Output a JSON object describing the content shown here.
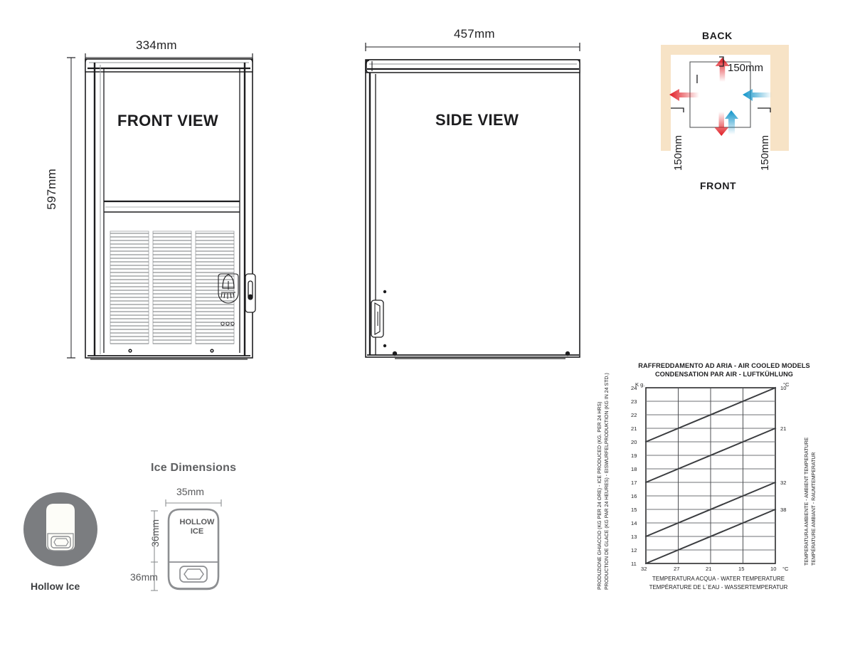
{
  "front_view": {
    "label": "FRONT VIEW",
    "width_dim": "334mm",
    "height_dim": "597mm"
  },
  "side_view": {
    "label": "SIDE VIEW",
    "depth_dim": "457mm"
  },
  "clearance_diagram": {
    "back_label": "BACK",
    "front_label": "FRONT",
    "top_clearance": "150mm",
    "left_clearance": "150mm",
    "right_clearance": "150mm",
    "hot_air_color": "#e01b22",
    "cool_air_color": "#0e93c9",
    "wall_color": "#f7e3c6",
    "arrows": [
      {
        "dir": "up",
        "type": "hot"
      },
      {
        "dir": "left",
        "type": "hot"
      },
      {
        "dir": "down",
        "type": "hot"
      },
      {
        "dir": "right",
        "type": "cool"
      },
      {
        "dir": "up-in",
        "type": "cool"
      }
    ]
  },
  "ice_section": {
    "section_title": "Ice Dimensions",
    "badge_label": "Hollow Ice",
    "cube_label_line1": "HOLLOW",
    "cube_label_line2": "ICE",
    "width_dim": "35mm",
    "height_dim": "36mm",
    "depth_dim": "36mm",
    "badge_bg": "#7b7d80",
    "outline_color": "#8d8f92"
  },
  "chart_data": {
    "type": "line",
    "title_line1": "RAFFREDDAMENTO AD ARIA - AIR COOLED MODELS",
    "title_line2": "CONDENSATION PAR AIR - LUFTKÜHLUNG",
    "y_unit": "K g.",
    "right_unit": "°C",
    "x_unit": "°C",
    "xlabel_line1": "TEMPERATURA ACQUA - WATER TEMPERATURE",
    "xlabel_line2": "TEMPÉRATURE DE L´EAU  - WASSERTEMPERATUR",
    "ylabel_line1": "PRODUZIONE GHIACCIO (KG PER 24 ORE) - ICE PRODUCED (KG. PER 24 HRS)",
    "ylabel_line2": "PRODUCTION DE GLACE (KG PAR 24 HEURES) - EISWURFELPRODUKTION (KG IN 24 STD.)",
    "right_label_line1": "TEMPERATURA AMBIENTE - AMBIENT TEMPERATURE",
    "right_label_line2": "TEMPÉRATURE AMBIANT - RAUMTEMPERATUR",
    "x_ticks": [
      "32",
      "27",
      "21",
      "15",
      "10"
    ],
    "y_ticks": [
      "24",
      "23",
      "22",
      "21",
      "20",
      "19",
      "18",
      "17",
      "16",
      "15",
      "14",
      "13",
      "12",
      "11"
    ],
    "right_ticks": [
      {
        "label": "10",
        "value": 24
      },
      {
        "label": "21",
        "value": 21
      },
      {
        "label": "32",
        "value": 17
      },
      {
        "label": "38",
        "value": 15
      }
    ],
    "xlim": [
      32,
      10
    ],
    "ylim": [
      11,
      24
    ],
    "grid": true,
    "series": [
      {
        "name": "10",
        "x": [
          32,
          10
        ],
        "values": [
          20,
          24
        ]
      },
      {
        "name": "21",
        "x": [
          32,
          10
        ],
        "values": [
          17,
          21
        ]
      },
      {
        "name": "32",
        "x": [
          32,
          10
        ],
        "values": [
          13,
          17
        ]
      },
      {
        "name": "38",
        "x": [
          32,
          10
        ],
        "values": [
          11,
          15
        ]
      }
    ]
  }
}
